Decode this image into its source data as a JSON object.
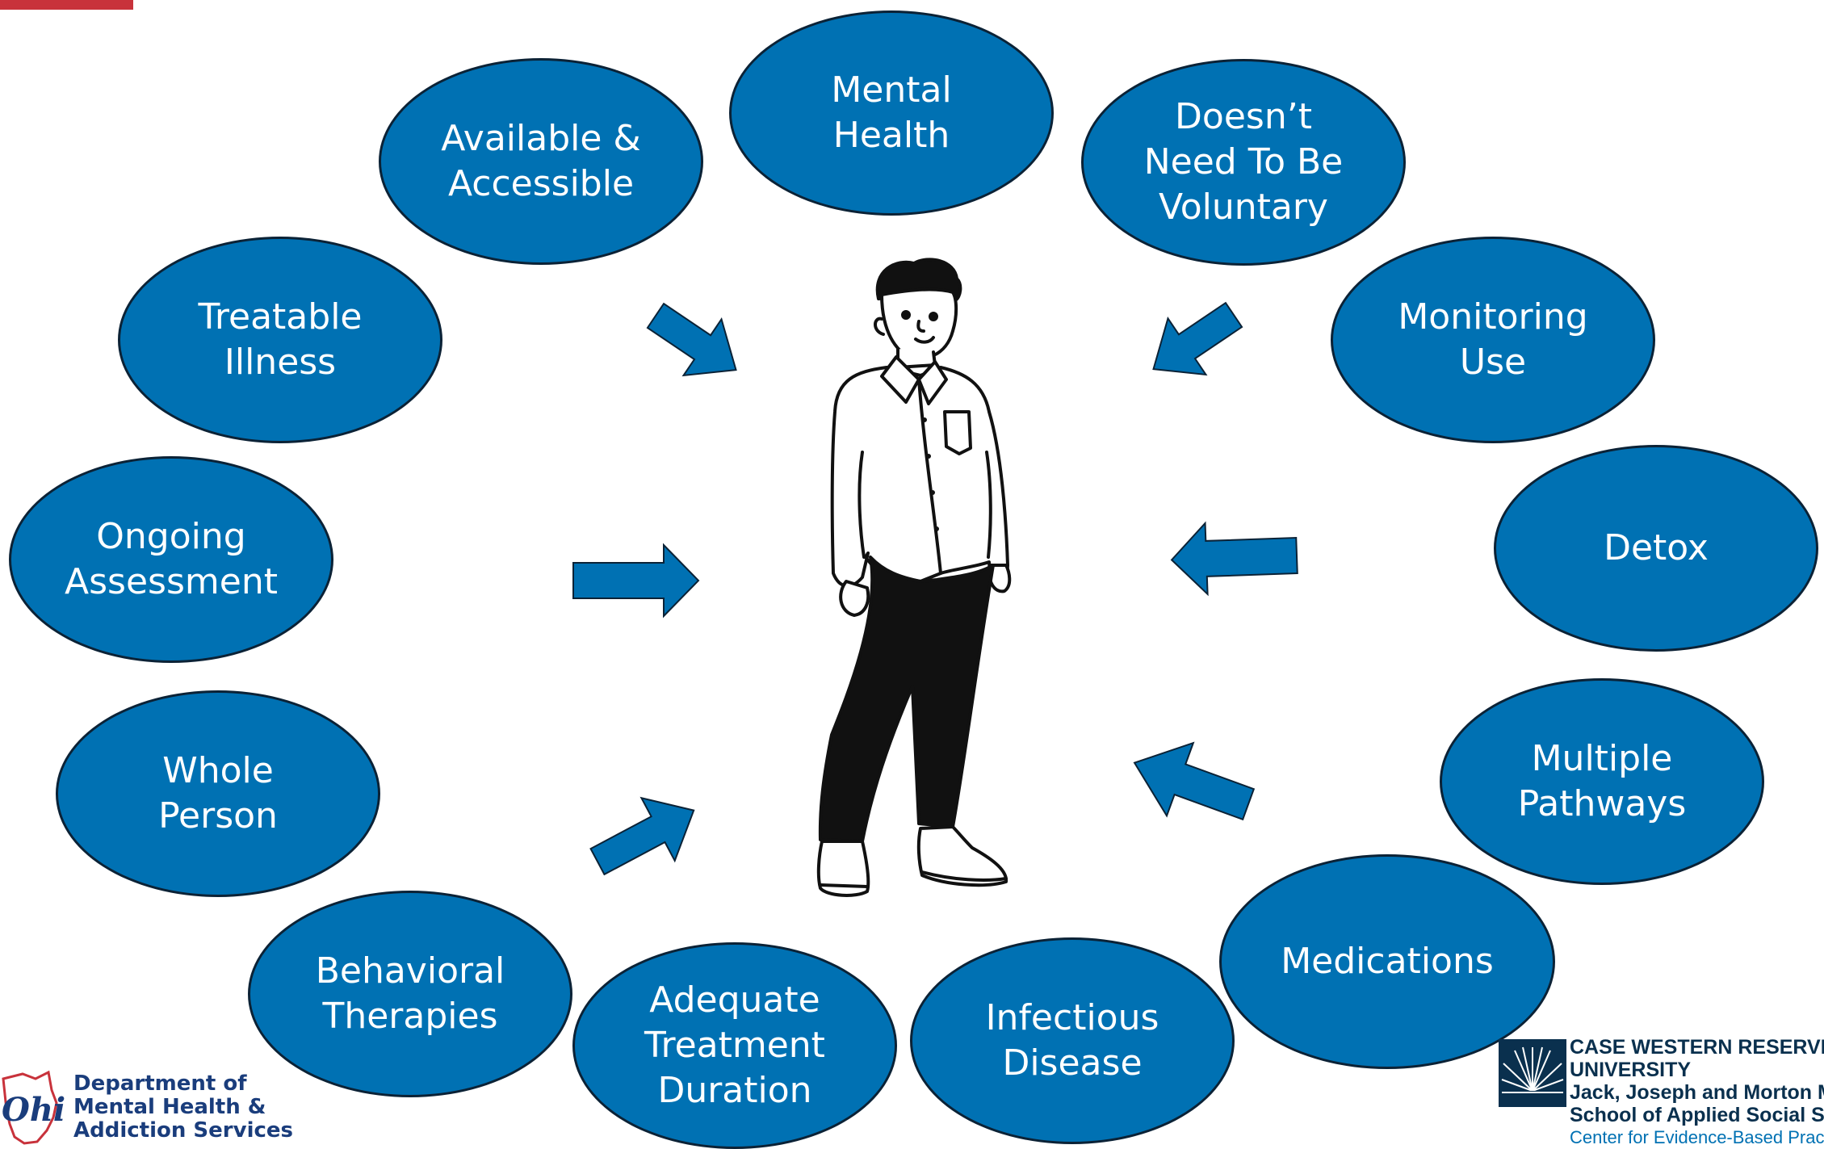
{
  "colors": {
    "bubble_fill": "#0071b3",
    "bubble_stroke": "#0b2236",
    "arrow_fill": "#0071b3",
    "accent_bar": "#c8323b"
  },
  "bubbles": {
    "mental_health": "Mental\nHealth",
    "available_accessible": "Available &\nAccessible",
    "doesnt_need_voluntary": "Doesn’t\nNeed To Be\nVoluntary",
    "treatable_illness": "Treatable\nIllness",
    "monitoring_use": "Monitoring\nUse",
    "ongoing_assessment": "Ongoing\nAssessment",
    "detox": "Detox",
    "whole_person": "Whole\nPerson",
    "multiple_pathways": "Multiple\nPathways",
    "behavioral_therapies": "Behavioral\nTherapies",
    "medications": "Medications",
    "adequate_duration": "Adequate\nTreatment\nDuration",
    "infectious_disease": "Infectious\nDisease"
  },
  "center_figure": {
    "icon": "person-illustration-icon"
  },
  "logos": {
    "ohio": {
      "wordmark": "Ohio",
      "line1": "Department of",
      "line2": "Mental Health &",
      "line3": "Addiction Services"
    },
    "cwru": {
      "line1": "CASE WESTERN RESERVE",
      "line2": "UNIVERSITY",
      "line3": "Jack, Joseph and Morton Mandel",
      "line4": "School of Applied Social Sciences",
      "line5": "Center for Evidence-Based Practices"
    }
  }
}
